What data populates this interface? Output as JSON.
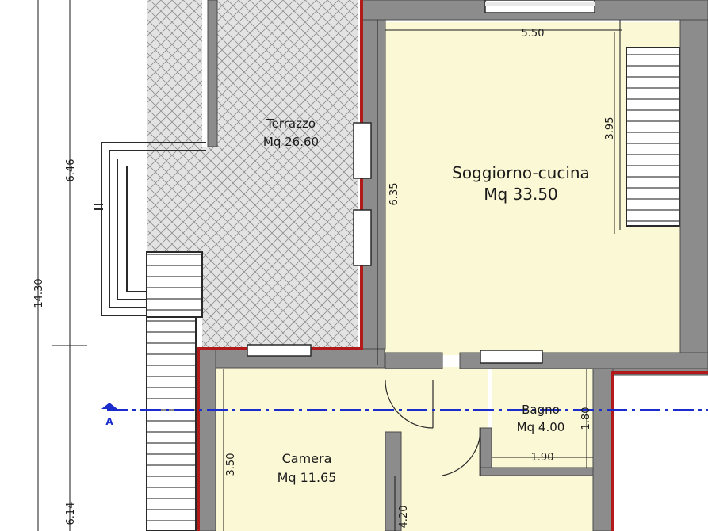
{
  "rooms": {
    "terrazzo": {
      "name": "Terrazzo",
      "area": "Mq 26.60"
    },
    "soggiorno": {
      "name": "Soggiorno-cucina",
      "area": "Mq 33.50"
    },
    "camera": {
      "name": "Camera",
      "area": "Mq 11.65"
    },
    "bagno": {
      "name": "Bagno",
      "area": "Mq 4.00"
    }
  },
  "dimensions": {
    "overall_height": "14.30",
    "upper_height": "6.46",
    "lower_height": "6.14",
    "soggiorno_width": "5.50",
    "stair_height": "3.95",
    "soggiorno_height": "6.35",
    "camera_height": "3.50",
    "bagno_height": "1.80",
    "bagno_width": "1.90",
    "lower_partial": "4.20"
  },
  "section_marker": "A",
  "colors": {
    "room_fill": "#fbf8d6",
    "wall": "#8c8c8c",
    "wall_dark": "#5a5a5a",
    "outline_red": "#b21a1a",
    "section_line": "#1a2ccc",
    "pavement": "#d9d9d9"
  }
}
